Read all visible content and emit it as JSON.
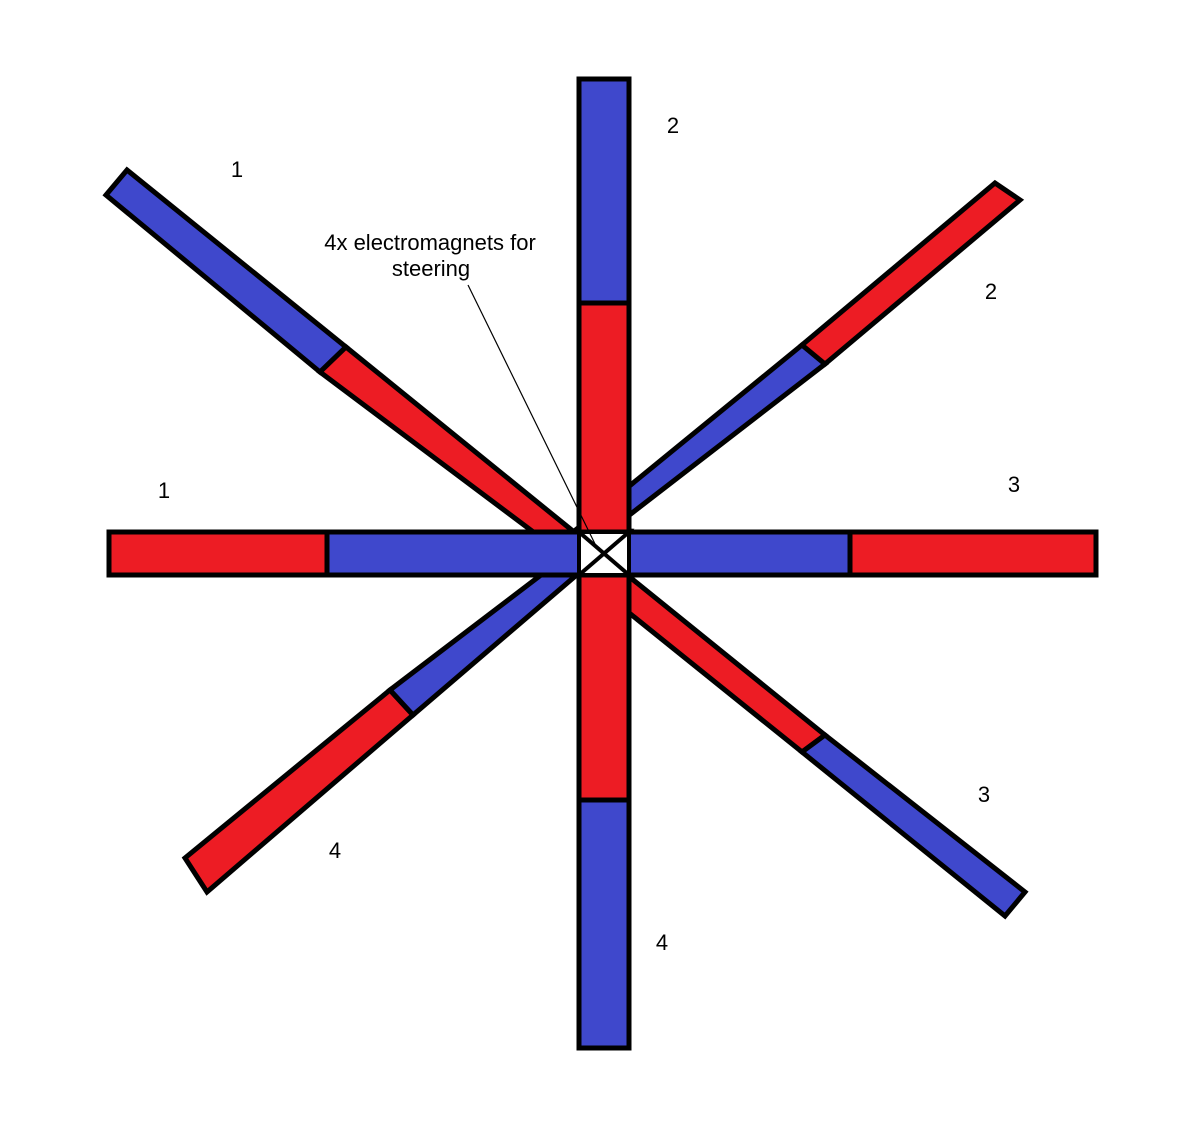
{
  "colors": {
    "pole_a": "#ED1C24",
    "pole_b": "#3F48CC",
    "outline": "#000000",
    "background": "#FFFFFF"
  },
  "magnets": [
    {
      "name": "horizontal-magnet",
      "outer": "red",
      "inner": "blue"
    },
    {
      "name": "vertical-magnet-upper",
      "outer": "blue",
      "inner": "red"
    },
    {
      "name": "vertical-magnet-lower",
      "outer": "blue",
      "inner": "red"
    },
    {
      "name": "diagonal-magnet-nw-se",
      "outer": "blue",
      "inner": "red"
    },
    {
      "name": "diagonal-magnet-sw-ne",
      "outer": "red",
      "inner": "blue"
    }
  ],
  "labels": {
    "upper_left_diagonal": "1",
    "left_horizontal": "1",
    "top_vertical": "2",
    "upper_right_diagonal": "2",
    "right_horizontal": "3",
    "lower_right_diagonal": "3",
    "lower_left_diagonal": "4",
    "bottom_vertical": "4"
  },
  "callout": {
    "line1": "4x electromagnets for",
    "line2": "steering"
  }
}
